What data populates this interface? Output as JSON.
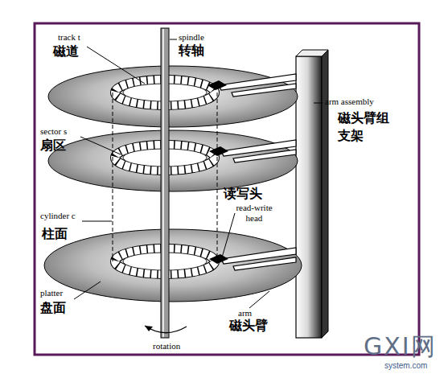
{
  "diagram": {
    "labels": [
      "track t",
      "磁道",
      "spindle",
      "转轴",
      "arm assembly",
      "磁头臂组",
      "支架",
      "sector s",
      "扇区",
      "读写头",
      "read-write head",
      "cylinder c",
      "柱面",
      "platter",
      "盘面",
      "arm",
      "磁头臂",
      "rotation",
      "GXI网",
      "system.com"
    ]
  }
}
